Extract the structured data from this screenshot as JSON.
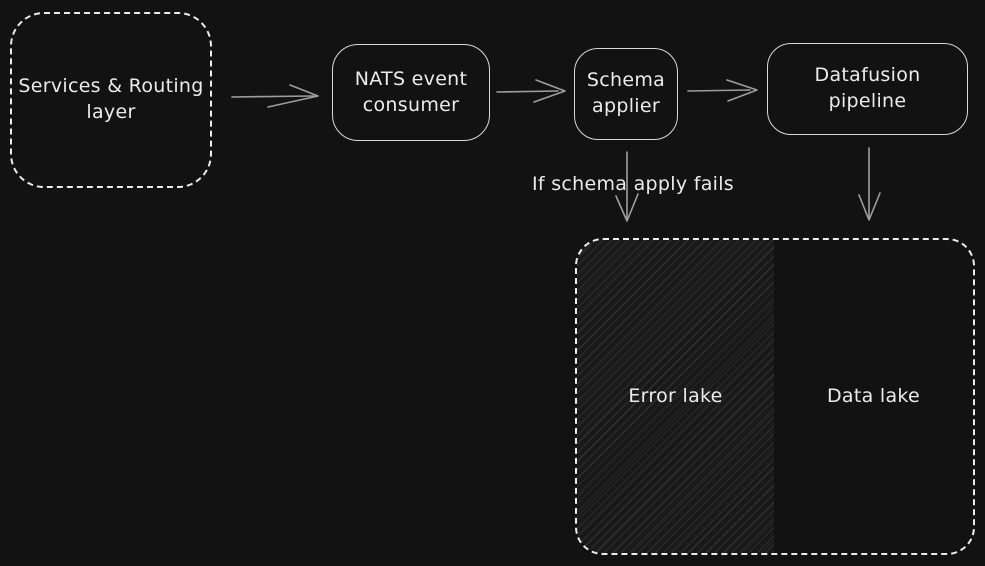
{
  "canvas": {
    "background": "#121212",
    "stroke_color": "#ececec",
    "arrow_color": "#9e9e9e"
  },
  "nodes": {
    "services": {
      "label": "Services & Routing layer",
      "border": "dashed"
    },
    "nats": {
      "label": "NATS event consumer",
      "border": "solid"
    },
    "schema": {
      "label": "Schema applier",
      "border": "solid"
    },
    "datafusion": {
      "label": "Datafusion pipeline",
      "border": "solid"
    },
    "lake_container": {
      "border": "dashed"
    },
    "error_lake": {
      "label": "Error lake",
      "fill": "hachure"
    },
    "data_lake": {
      "label": "Data lake",
      "fill": "none"
    }
  },
  "edges": [
    {
      "from": "Services & Routing layer",
      "to": "NATS event consumer"
    },
    {
      "from": "NATS event consumer",
      "to": "Schema applier"
    },
    {
      "from": "Schema applier",
      "to": "Datafusion pipeline"
    },
    {
      "from": "Schema applier",
      "to": "Error lake",
      "label": "If schema apply fails"
    },
    {
      "from": "Datafusion pipeline",
      "to": "Data lake"
    }
  ]
}
